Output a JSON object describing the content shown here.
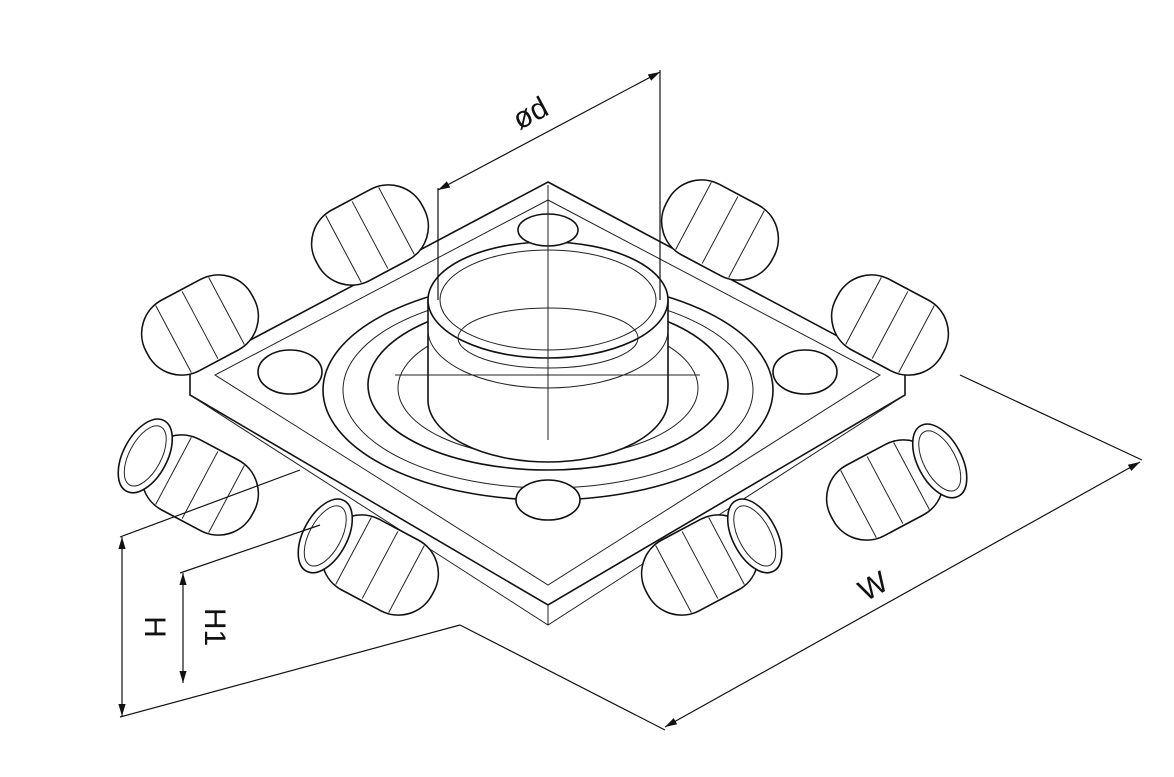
{
  "drawing": {
    "dimensions": {
      "diameter_label": "ød",
      "width_label": "W",
      "height_label": "H",
      "height1_label": "H1"
    },
    "outlet_count": 8
  }
}
